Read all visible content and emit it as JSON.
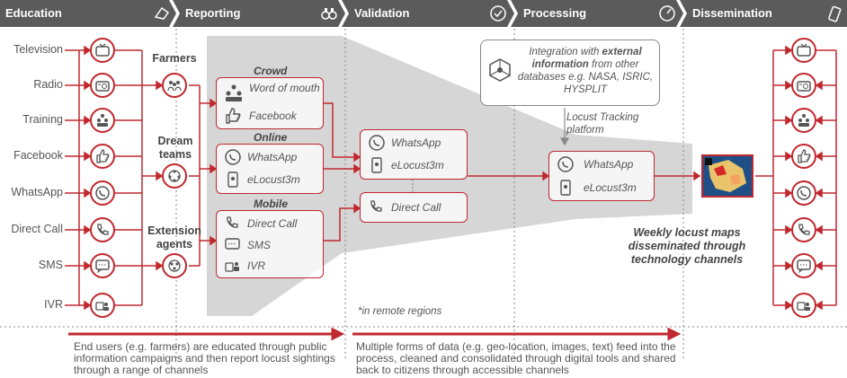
{
  "header": {
    "stages": [
      {
        "label": "Education",
        "icon": "pin-icon"
      },
      {
        "label": "Reporting",
        "icon": "binoculars-icon"
      },
      {
        "label": "Validation",
        "icon": "check-circle-icon"
      },
      {
        "label": "Processing",
        "icon": "dial-icon"
      },
      {
        "label": "Dissemination",
        "icon": "send-phone-icon"
      }
    ]
  },
  "channels": [
    {
      "label": "Television",
      "icon": "tv-icon"
    },
    {
      "label": "Radio",
      "icon": "radio-icon"
    },
    {
      "label": "Training",
      "icon": "people-group-icon"
    },
    {
      "label": "Facebook",
      "icon": "thumbs-up-icon"
    },
    {
      "label": "WhatsApp",
      "icon": "whatsapp-icon"
    },
    {
      "label": "Direct Call",
      "icon": "phone-icon"
    },
    {
      "label": "SMS",
      "icon": "sms-icon"
    },
    {
      "label": "IVR",
      "icon": "ivr-icon"
    }
  ],
  "groups": [
    {
      "label": "Farmers"
    },
    {
      "label": "Dream teams"
    },
    {
      "label": "Extension agents"
    }
  ],
  "reporting": {
    "crowd": {
      "title": "Crowd",
      "items": [
        "Word of mouth",
        "Facebook"
      ]
    },
    "online": {
      "title": "Online",
      "items": [
        "WhatsApp",
        "eLocust3m"
      ]
    },
    "mobile": {
      "title": "Mobile",
      "items": [
        "Direct Call",
        "SMS",
        "IVR"
      ]
    }
  },
  "validation": {
    "box1": [
      "WhatsApp",
      "eLocust3m"
    ],
    "box2": [
      "Direct Call"
    ],
    "footnote": "*in remote regions"
  },
  "processing": {
    "external_prefix": "Integration with ",
    "external_bold": "external information",
    "external_suffix": " from other databases e.g. NASA, ISRIC, HYSPLIT",
    "tracking": "Locust Tracking platform",
    "box": [
      "WhatsApp",
      "eLocust3m"
    ],
    "weekly": "Weekly locust maps disseminated through technology channels"
  },
  "bottom": {
    "left": "End users (e.g. farmers) are educated through public information campaigns and then report locust sightings through a range of channels",
    "right": "Multiple forms of data (e.g. geo-location, images, text) feed into the process, cleaned and consolidated through digital tools and shared back to citizens through accessible channels"
  },
  "colors": {
    "accent": "#c0282e",
    "header": "#5b5b5b",
    "funnel": "#d6d6d6"
  }
}
